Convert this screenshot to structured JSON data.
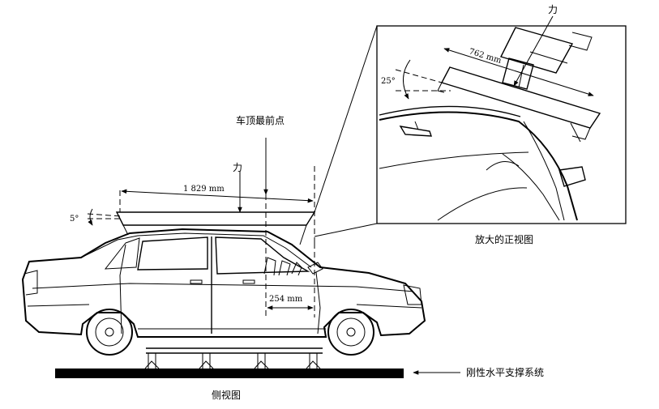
{
  "labels": {
    "roof_front_point": "车顶最前点",
    "force_side": "力",
    "force_zoom": "力",
    "width_dim": "1 829 mm",
    "offset_dim": "254 mm",
    "angle_side": "5°",
    "length_dim": "762 mm",
    "angle_zoom": "25°",
    "zoom_caption": "放大的正视图",
    "side_caption": "侧视图",
    "support_label": "刚性水平支撑系统"
  },
  "colors": {
    "ink": "#000000",
    "background": "#ffffff"
  }
}
